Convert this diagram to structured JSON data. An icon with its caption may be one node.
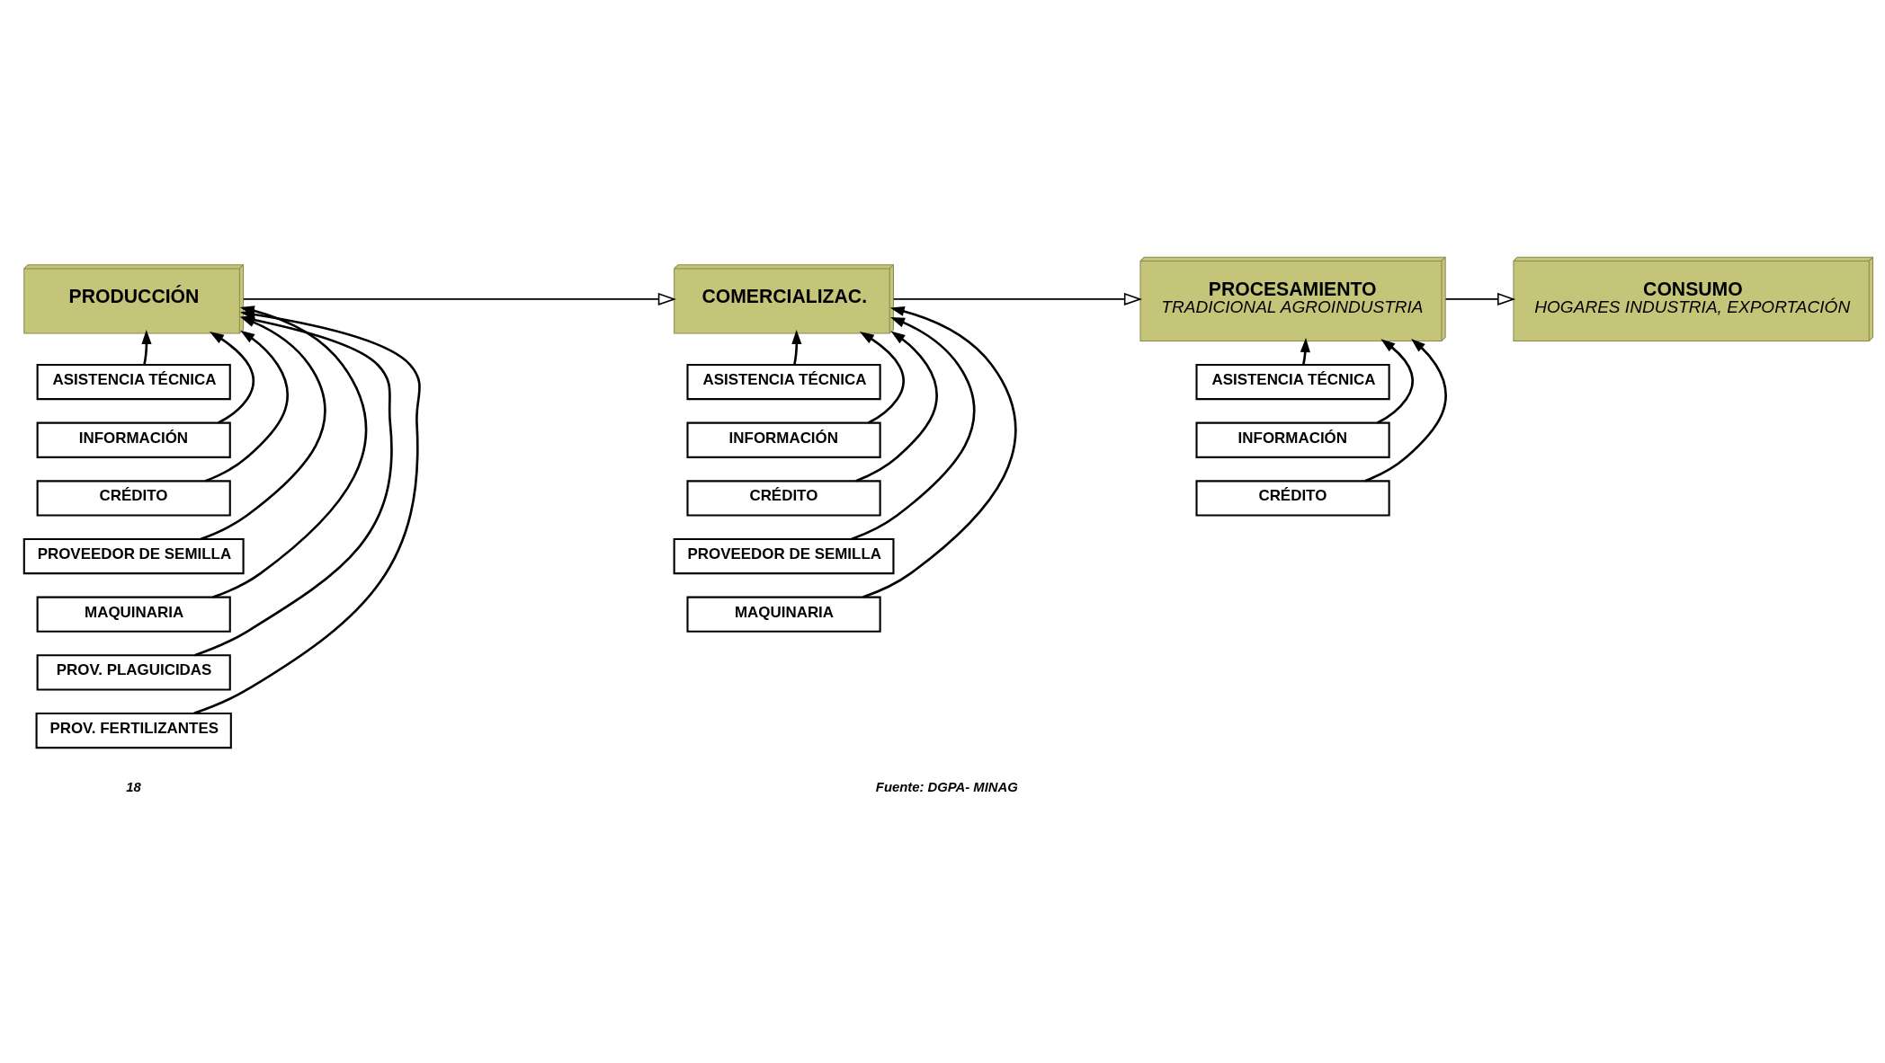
{
  "diagram": {
    "nodes": [
      {
        "text": [
          "PRODUCCIÓN"
        ]
      },
      {
        "text": [
          "COMERCIALIZAC."
        ]
      },
      {
        "text": [
          "PROCESAMIENTO",
          "TRADICIONAL AGROINDUSTRIA"
        ]
      },
      {
        "text": [
          "CONSUMO",
          "HOGARES INDUSTRIA, EXPORTACIÓN"
        ]
      },
      {
        "text": [
          "ASISTENCIA TÉCNICA"
        ]
      },
      {
        "text": [
          "INFORMACIÓN"
        ]
      },
      {
        "text": [
          "CRÉDITO"
        ]
      },
      {
        "text": [
          "PROVEEDOR DE SEMILLA"
        ]
      },
      {
        "text": [
          "MAQUINARIA"
        ]
      },
      {
        "text": [
          "PROV. PLAGUICIDAS"
        ]
      },
      {
        "text": [
          "PROV. FERTILIZANTES"
        ]
      },
      {
        "text": [
          "ASISTENCIA TÉCNICA"
        ]
      },
      {
        "text": [
          "INFORMACIÓN"
        ]
      },
      {
        "text": [
          "CRÉDITO"
        ]
      },
      {
        "text": [
          "PROVEEDOR DE SEMILLA"
        ]
      },
      {
        "text": [
          "MAQUINARIA"
        ]
      },
      {
        "text": [
          "ASISTENCIA TÉCNICA"
        ]
      },
      {
        "text": [
          "INFORMACIÓN"
        ]
      },
      {
        "text": [
          "CRÉDITO"
        ]
      }
    ],
    "edges": [
      {
        "from": 0,
        "to": 1,
        "arrow": "to"
      },
      {
        "from": 1,
        "to": 2,
        "arrow": "to"
      },
      {
        "from": 2,
        "to": 3,
        "arrow": "to"
      },
      {
        "from": 4,
        "to": 0,
        "arrow": "to"
      },
      {
        "from": 5,
        "to": 0,
        "arrow": "to"
      },
      {
        "from": 6,
        "to": 0,
        "arrow": "to"
      },
      {
        "from": 7,
        "to": 0,
        "arrow": "to"
      },
      {
        "from": 8,
        "to": 0,
        "arrow": "to"
      },
      {
        "from": 9,
        "to": 0,
        "arrow": "to"
      },
      {
        "from": 10,
        "to": 0,
        "arrow": "to"
      },
      {
        "from": 11,
        "to": 1,
        "arrow": "to"
      },
      {
        "from": 12,
        "to": 1,
        "arrow": "to"
      },
      {
        "from": 13,
        "to": 1,
        "arrow": "to"
      },
      {
        "from": 14,
        "to": 1,
        "arrow": "to"
      },
      {
        "from": 15,
        "to": 1,
        "arrow": "to"
      },
      {
        "from": 16,
        "to": 2,
        "arrow": "to"
      },
      {
        "from": 17,
        "to": 2,
        "arrow": "to"
      },
      {
        "from": 18,
        "to": 2,
        "arrow": "to"
      }
    ],
    "labels": [
      "18",
      "Fuente: DGPA- MINAG"
    ]
  }
}
